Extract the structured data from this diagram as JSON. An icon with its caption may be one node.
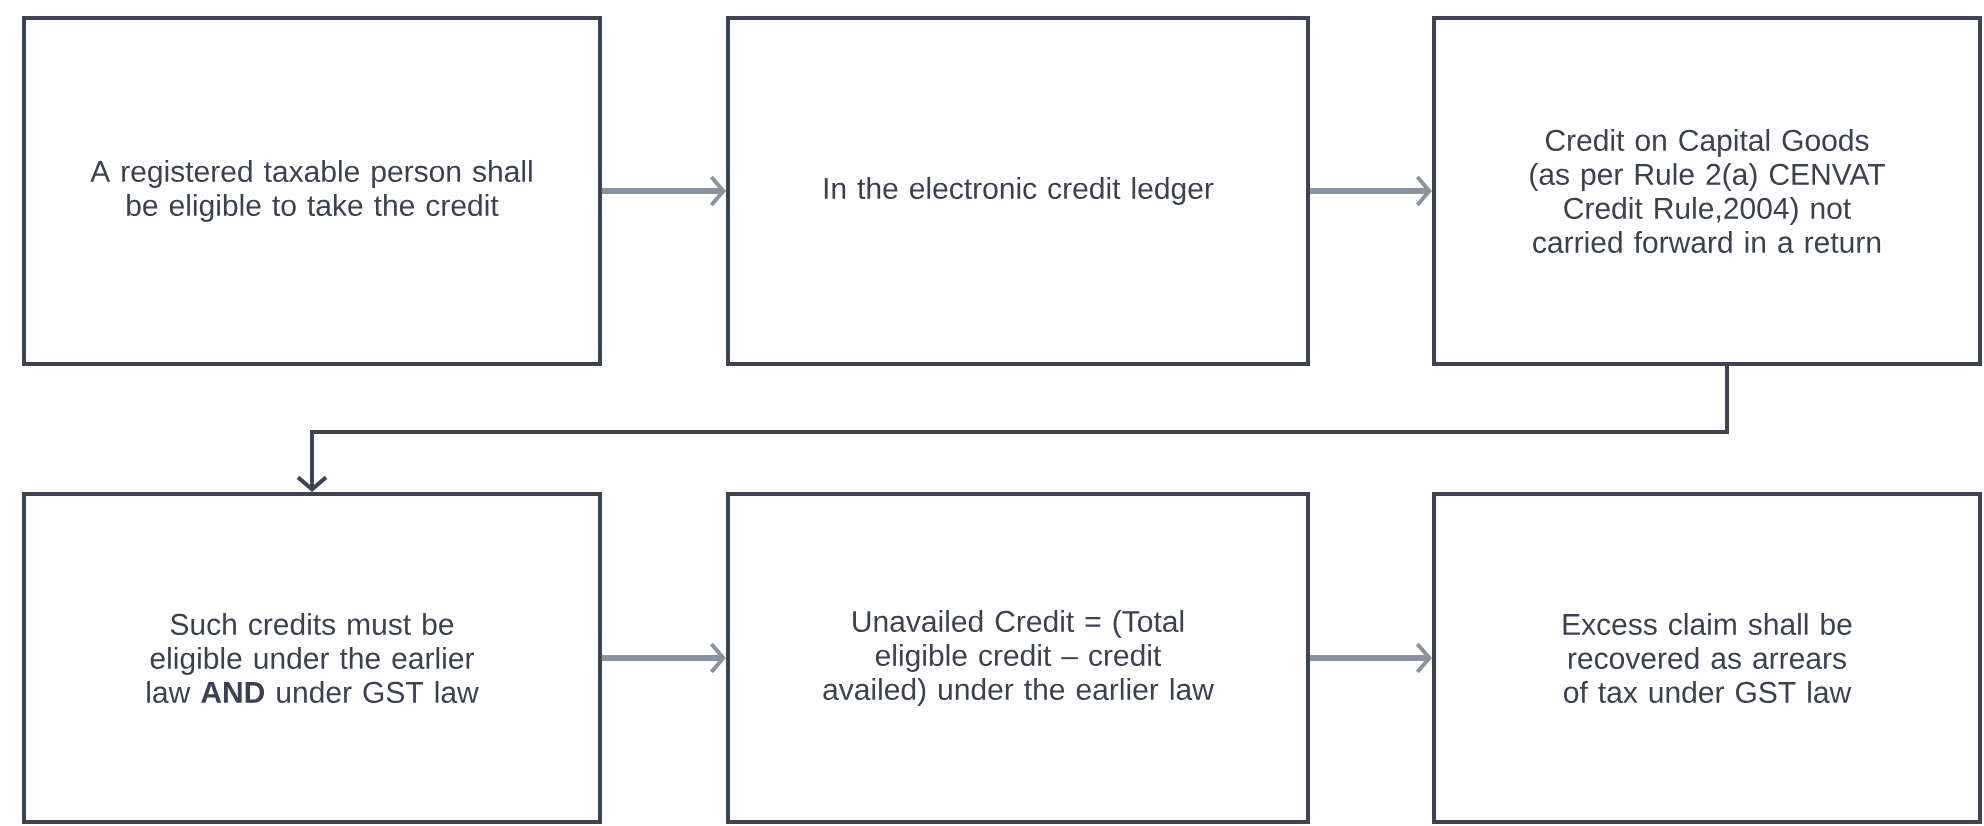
{
  "diagram": {
    "nodes": [
      {
        "text": [
          "A registered taxable person shall be eligible to take the credit"
        ]
      },
      {
        "text": [
          "In the electronic credit ledger"
        ]
      },
      {
        "text": [
          "Credit on Capital Goods (as per Rule 2(a) CENVAT Credit Rule,2004) not carried forward in a return"
        ]
      },
      {
        "text": [
          "Such credits must be eligible under the earlier law **AND** under GST law"
        ]
      },
      {
        "text": [
          "Unavailed Credit = (Total eligible credit – credit availed) under the earlier law"
        ]
      },
      {
        "text": [
          "Excess claim shall be recovered as arrears of tax under GST law"
        ]
      }
    ],
    "edges": [
      {
        "from": 0,
        "to": 1,
        "arrow": "to"
      },
      {
        "from": 1,
        "to": 2,
        "arrow": "to"
      },
      {
        "from": 2,
        "to": 3,
        "arrow": "to",
        "color": "#3d4450"
      },
      {
        "from": 3,
        "to": 4,
        "arrow": "to"
      },
      {
        "from": 4,
        "to": 5,
        "arrow": "to"
      }
    ]
  }
}
